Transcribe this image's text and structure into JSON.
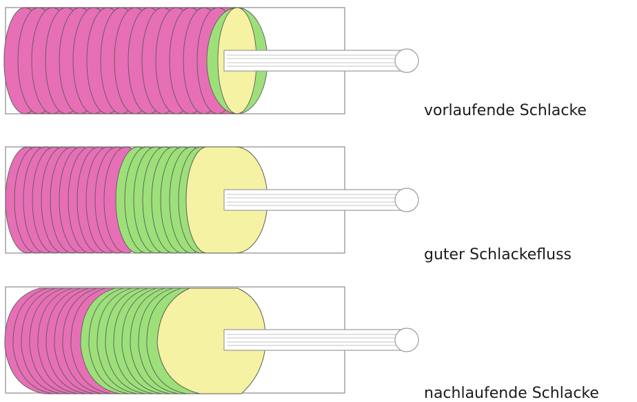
{
  "colors": {
    "slag": "#e76fb6",
    "weld_pool": "#9de07a",
    "wire_tip": "#f6f2a3",
    "outline": "#5a5a5a",
    "box": "#8a8a8a",
    "rod": "#9a9a9a"
  },
  "diagrams": [
    {
      "caption": "vorlaufende Schlacke"
    },
    {
      "caption": "guter Schlackefluss"
    },
    {
      "caption": "nachlaufende Schlacke"
    }
  ]
}
